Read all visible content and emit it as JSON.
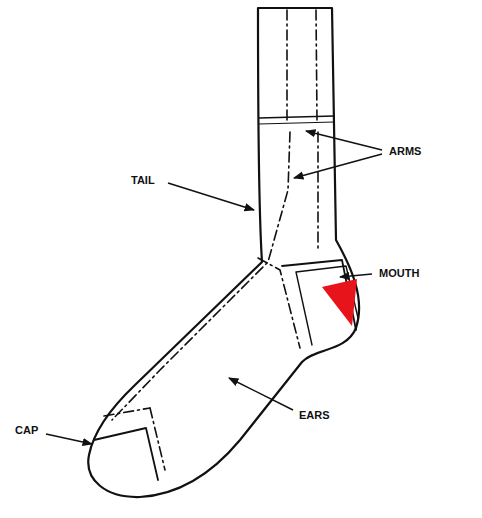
{
  "diagram": {
    "labels": [
      "TAIL",
      "ARMS",
      "MOUTH",
      "EARS",
      "CAP"
    ]
  }
}
